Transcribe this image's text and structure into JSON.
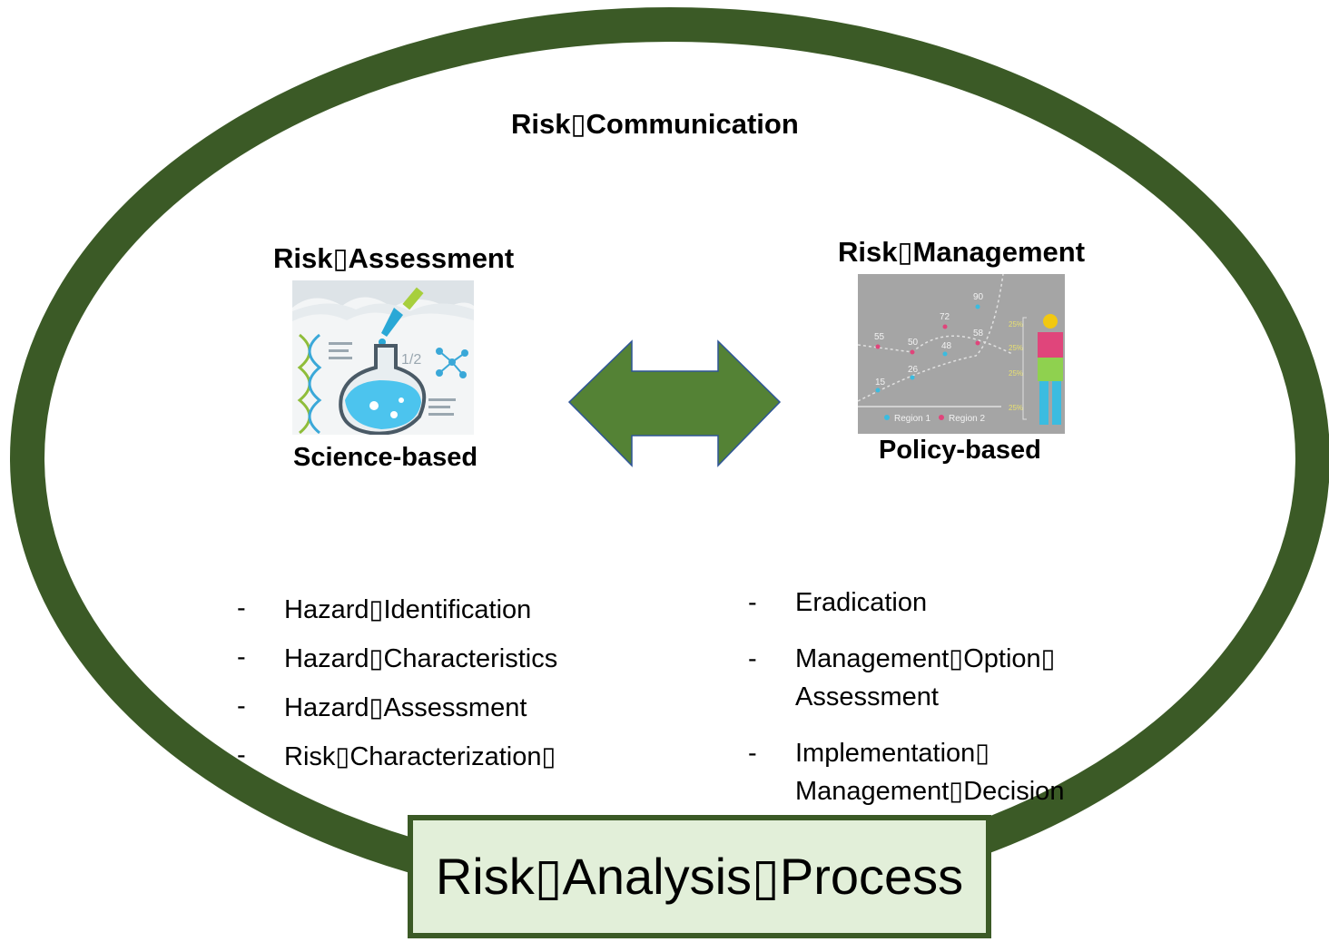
{
  "outer_label": "Risk▯Communication",
  "left": {
    "title": "Risk▯Assessment",
    "subtitle": "Science-based",
    "bullet": "-",
    "items": [
      "Hazard▯Identification",
      "Hazard▯Characteristics",
      "Hazard▯Assessment",
      "Risk▯Characterization▯"
    ]
  },
  "right": {
    "title": "Risk▯Management",
    "subtitle": "Policy-based",
    "bullet": "-",
    "items": [
      "Eradication",
      "Management▯Option▯ Assessment",
      "Implementation▯ Management▯Decision"
    ],
    "illustration": {
      "values": [
        "55",
        "50",
        "72",
        "48",
        "90",
        "58",
        "15",
        "26"
      ],
      "legend": [
        "Region 1",
        "Region 2"
      ],
      "pcts": [
        "25%",
        "25%",
        "25%",
        "25%"
      ]
    }
  },
  "footer": "Risk▯Analysis▯Process",
  "colors": {
    "ellipse_stroke": "#3b5a26",
    "arrow_fill": "#548235",
    "arrow_stroke": "#2f5597",
    "footer_fill": "#e2efd9"
  }
}
